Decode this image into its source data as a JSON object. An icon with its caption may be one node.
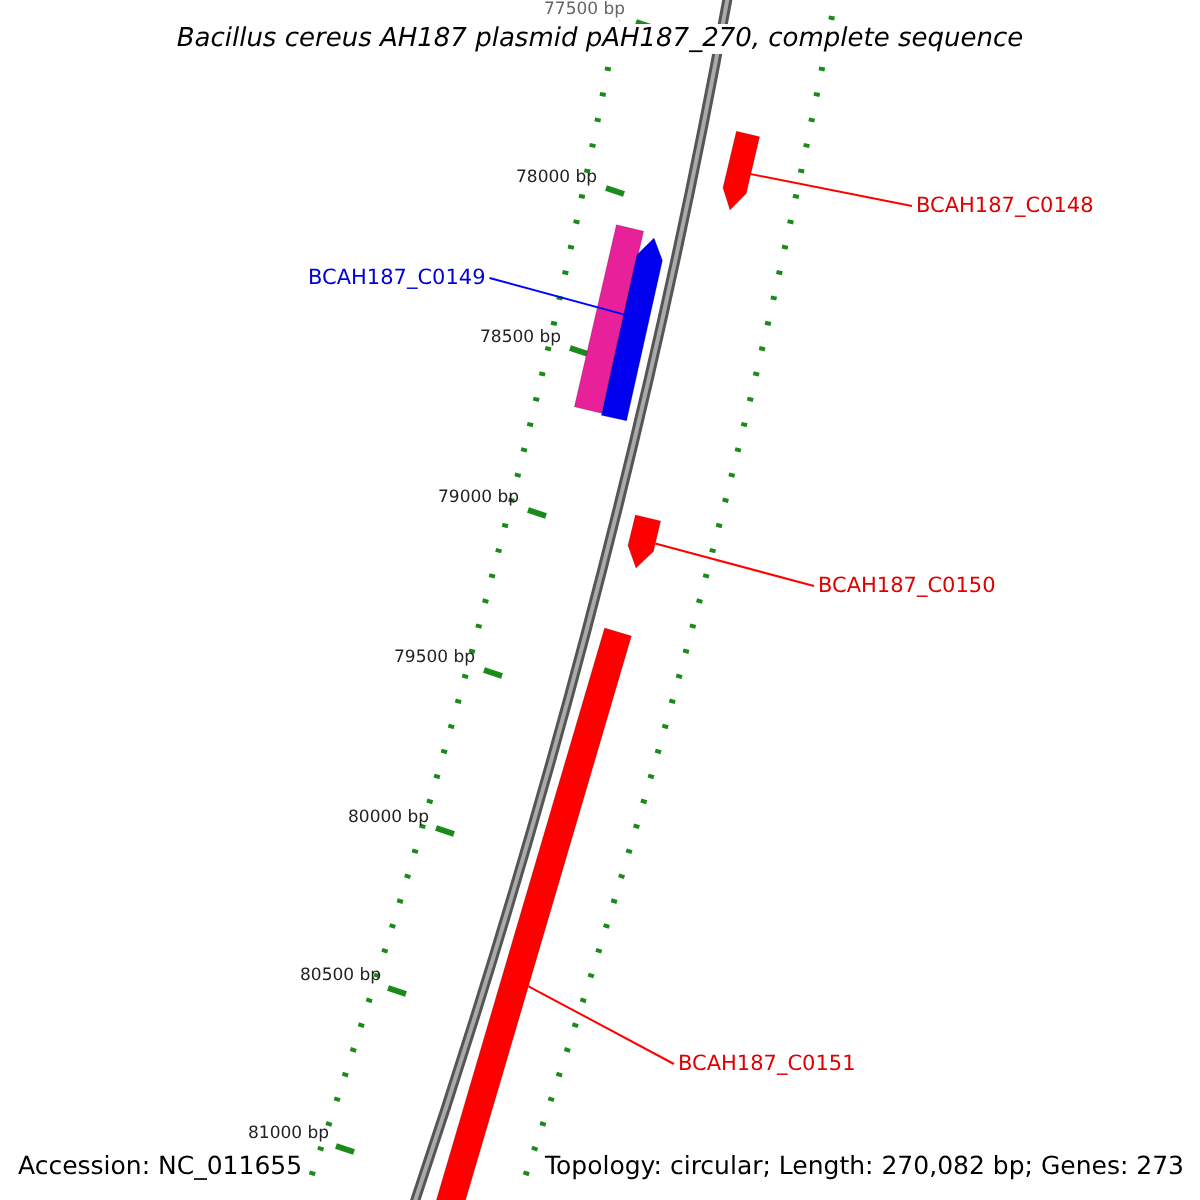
{
  "diagram": {
    "title": "Bacillus cereus AH187 plasmid pAH187_270, complete sequence",
    "nodes": [
      {
        "text": [],
        "shape": "arrow"
      },
      {
        "text": [
          "BCAH187_C0148"
        ]
      },
      {
        "text": [],
        "shape": "bar"
      },
      {
        "text": [],
        "shape": "arrow"
      },
      {
        "text": [
          "BCAH187_C0149"
        ]
      },
      {
        "text": [],
        "shape": "arrow"
      },
      {
        "text": [
          "BCAH187_C0150"
        ]
      },
      {
        "text": [],
        "shape": "arrow"
      },
      {
        "text": [
          "BCAH187_C0151"
        ]
      }
    ],
    "edges": [
      {
        "from": 1,
        "to": 0,
        "arrow": "none"
      },
      {
        "from": 4,
        "to": 3,
        "arrow": "none",
        "color": "#0000ff"
      },
      {
        "from": 6,
        "to": 5,
        "arrow": "none"
      },
      {
        "from": 8,
        "to": 7,
        "arrow": "none"
      }
    ],
    "labels": [
      "77500 bp",
      "78000 bp",
      "78500 bp",
      "79000 bp",
      "79500 bp",
      "80000 bp",
      "80500 bp",
      "81000 bp",
      "Accession: NC_011655",
      "Topology: circular; Length: 270,082 bp; Genes: 273"
    ]
  }
}
